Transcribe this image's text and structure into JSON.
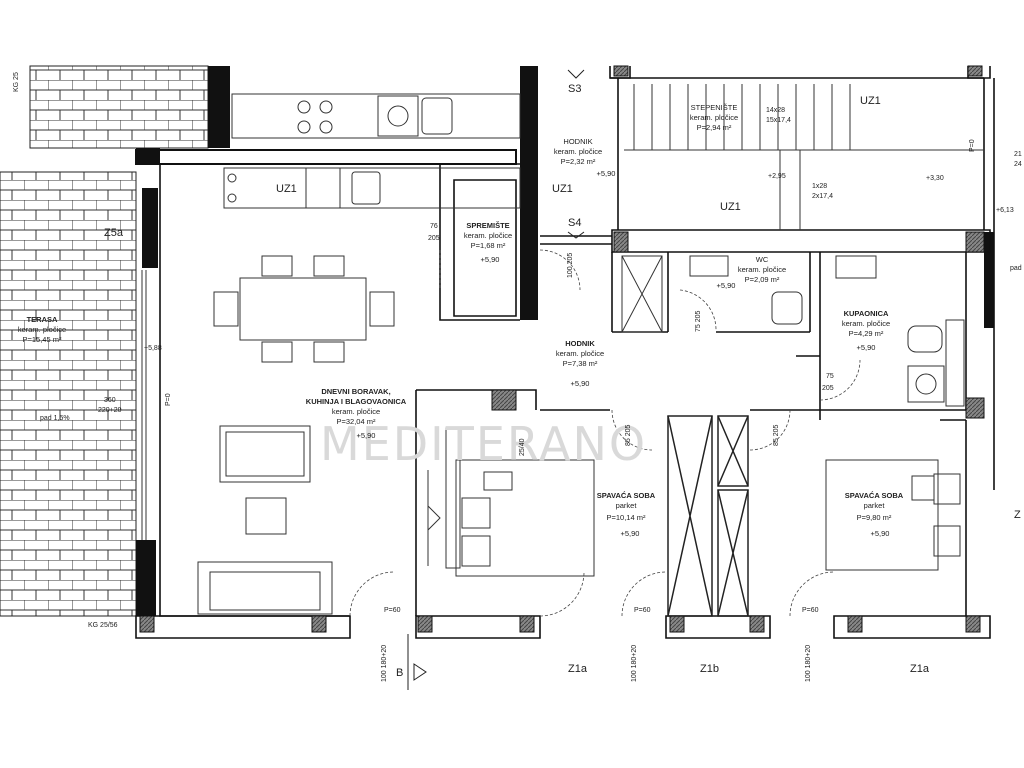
{
  "watermark": "MEDITERANO",
  "tags": {
    "kg25_top": "KG 25",
    "s3": "S3",
    "s4": "S4",
    "uz1_a": "UZ1",
    "uz1_b": "UZ1",
    "uz1_c": "UZ1",
    "uz1_d": "UZ1",
    "z5a": "Z5a",
    "kg_bottom": "KG 25/56",
    "b_marker": "B",
    "z1a_left": "Z1a",
    "z1b": "Z1b",
    "z1a_right": "Z1a",
    "z_right": "Z"
  },
  "rooms": {
    "terasa": {
      "name": "TERASA",
      "floor": "keram. pločice",
      "area": "P=15,45 m²"
    },
    "dnevni": {
      "name1": "DNEVNI BORAVAK,",
      "name2": "KUHINJA I BLAGOVAONICA",
      "floor": "keram. pločice",
      "area": "P=32,04 m²",
      "level": "+5,90"
    },
    "spremiste": {
      "name": "SPREMIŠTE",
      "floor": "keram. pločice",
      "area": "P=1,68 m²",
      "level": "+5,90"
    },
    "hodnik_top": {
      "name": "HODNIK",
      "floor": "keram. pločice",
      "area": "P=2,32 m²",
      "level": "+5,90"
    },
    "stepeniste": {
      "name": "STEPENIŠTE",
      "floor": "keram. pločice",
      "area": "P=2,94 m²"
    },
    "wc": {
      "name": "WC",
      "floor": "keram. pločice",
      "area": "P=2,09 m²",
      "level": "+5,90"
    },
    "kupaonica": {
      "name": "KUPAONICA",
      "floor": "keram. pločice",
      "area": "P=4,29 m²",
      "level": "+5,90"
    },
    "hodnik_mid": {
      "name": "HODNIK",
      "floor": "keram. pločice",
      "area": "P=7,38 m²",
      "level": "+5,90"
    },
    "spavaca1": {
      "name": "SPAVAĆA SOBA",
      "floor": "parket",
      "area": "P=10,14 m²",
      "level": "+5,90"
    },
    "spavaca2": {
      "name": "SPAVAĆA SOBA",
      "floor": "parket",
      "area": "P=9,80 m²",
      "level": "+5,90"
    }
  },
  "levels": {
    "terrace": "+5,88",
    "stair1": "+2,95",
    "stair2": "+3,30",
    "right": "+6,13",
    "pad": "pad 1,5%"
  },
  "dims": {
    "stair_a1": "14x28",
    "stair_a2": "15x17,4",
    "stair_b1": "1x28",
    "stair_b2": "2x17,4",
    "win_360": "360",
    "win_220": "220+20",
    "d76": "76",
    "d205": "205",
    "d100_205": "100 205",
    "d75_205": "75 205",
    "d75b": "75",
    "d205b": "205",
    "d85_205a": "85 205",
    "d85_205b": "85 205",
    "d2540": "25/40",
    "p60_a": "P=60",
    "p60_b": "P=60",
    "p60_c": "P=60",
    "p0_left": "P=0",
    "p0_right": "P=0",
    "w_bottom1": "100 180+20",
    "w_bottom2": "100 180+20",
    "w_bottom3": "100 180+20",
    "edge_r1": "21",
    "edge_r2": "24",
    "pad_r": "pad"
  }
}
